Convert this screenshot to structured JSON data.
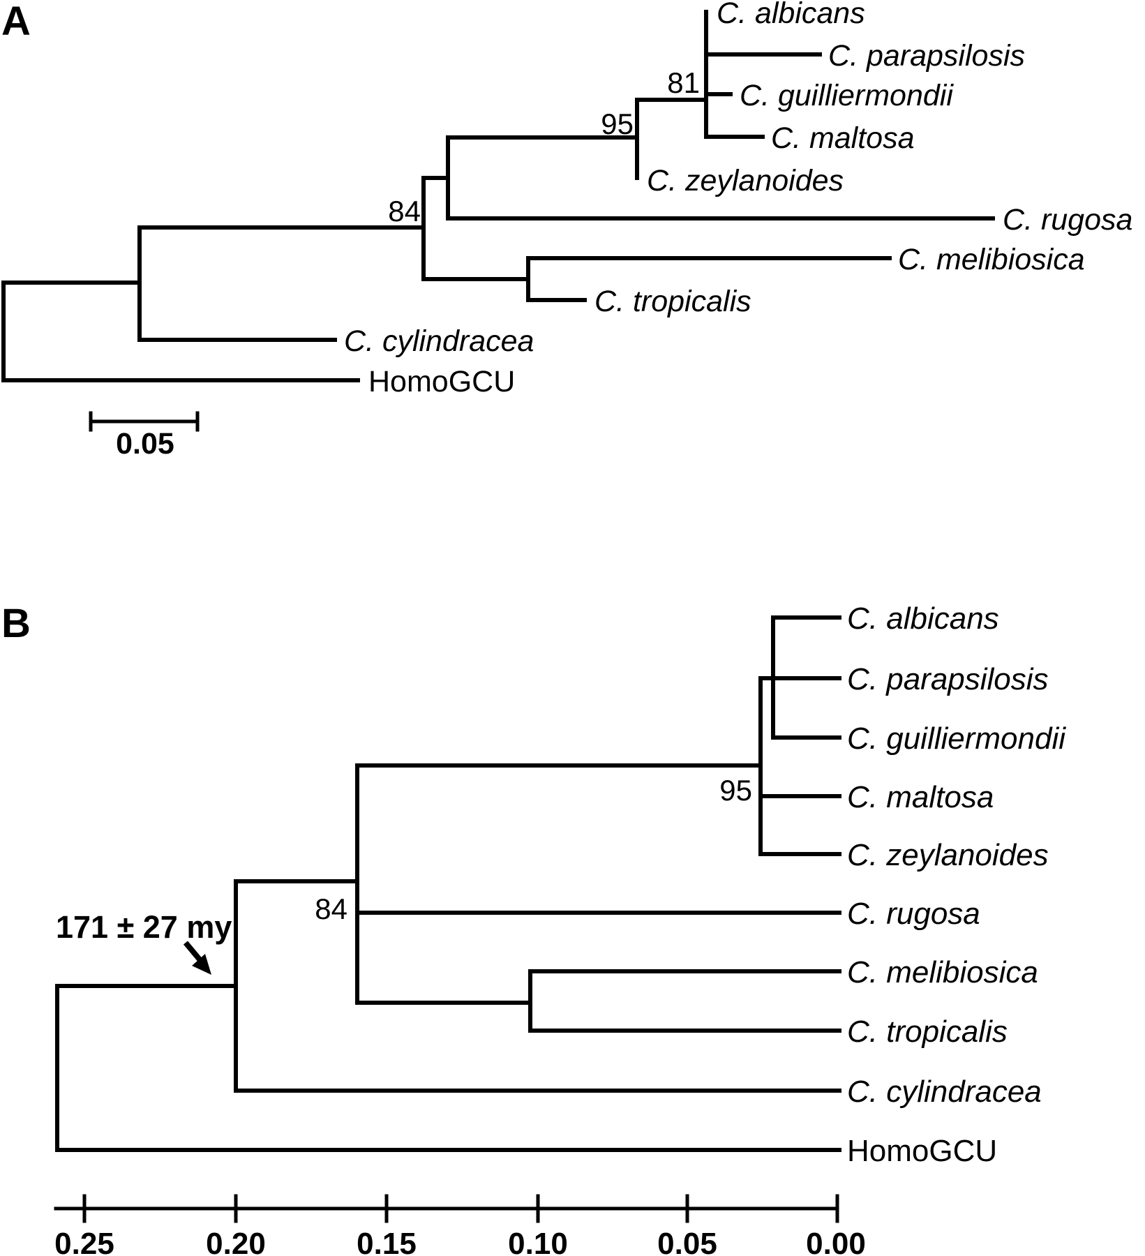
{
  "panel_a": {
    "label": "A",
    "taxa": [
      "C. albicans",
      "C. parapsilosis",
      "C. guilliermondii",
      "C. maltosa",
      "C. zeylanoides",
      "C. rugosa",
      "C. melibiosica",
      "C. tropicalis",
      "C. cylindracea",
      "HomoGCU"
    ],
    "support": {
      "n81": "81",
      "n95": "95",
      "n84": "84"
    },
    "scale_bar": {
      "label": "0.05"
    }
  },
  "panel_b": {
    "label": "B",
    "taxa": [
      "C. albicans",
      "C. parapsilosis",
      "C. guilliermondii",
      "C. maltosa",
      "C. zeylanoides",
      "C. rugosa",
      "C. melibiosica",
      "C. tropicalis",
      "C. cylindracea",
      "HomoGCU"
    ],
    "support": {
      "n95": "95",
      "n84": "84"
    },
    "age_annotation": "171 ± 27 my",
    "axis": {
      "ticks": [
        "0.25",
        "0.20",
        "0.15",
        "0.10",
        "0.05",
        "0.00"
      ]
    }
  },
  "phylogeny": {
    "panel_a_newick": "((((((C. albicans,C. parapsilosis,C. guilliermondii,C. maltosa)81,C. zeylanoides)95,C. rugosa),(C. melibiosica,C. tropicalis))84,C. cylindracea),HomoGCU);",
    "panel_b_newick": "(((((C. albicans,C. parapsilosis,C. guilliermondii),C. maltosa,C. zeylanoides)95,C. rugosa,(C. melibiosica,C. tropicalis))84,C. cylindracea),HomoGCU);",
    "panel_a_scale_bar_value": "0.05",
    "panel_b_axis_range": [
      "0.25",
      "0.00"
    ],
    "panel_b_age_annotation_node": "171 ± 27 my (arrow points to divergence node at ~0.20)",
    "colors": {
      "lines": "#000000",
      "text": "#000000",
      "background": "#ffffff"
    }
  }
}
